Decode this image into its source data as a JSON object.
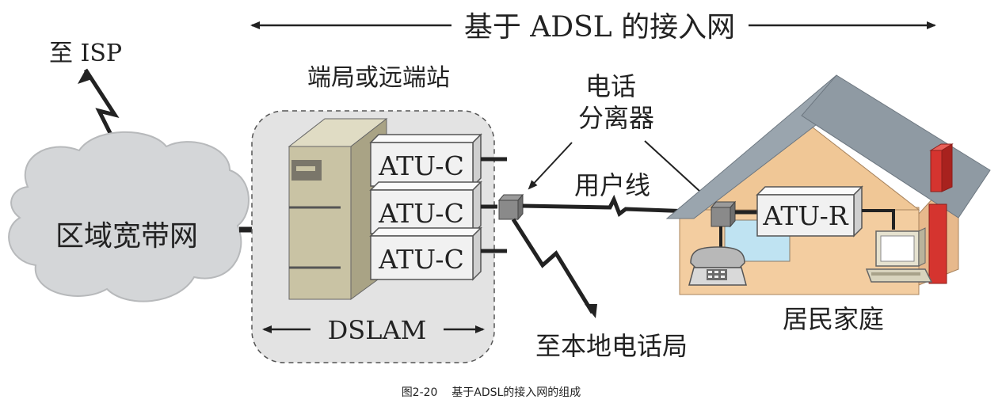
{
  "diagram": {
    "title": "基于 ADSL 的接入网",
    "to_isp": "至 ISP",
    "regional_network": "区域宽带网",
    "central_office_label": "端局或远端站",
    "dslam_label": "DSLAM",
    "atu_c": [
      "ATU-C",
      "ATU-C",
      "ATU-C"
    ],
    "splitter_label_line1": "电话",
    "splitter_label_line2": "分离器",
    "subscriber_line": "用户线",
    "atu_r": "ATU-R",
    "to_local_exchange": "至本地电话局",
    "home_label": "居民家庭",
    "caption": "图2-20    基于ADSL的接入网的组成"
  },
  "colors": {
    "cloud": "#d4d6d8",
    "dslam_bg": "#e3e3e3",
    "cabinet": "#c9c3a4",
    "atu_box": "#f1f1f1",
    "roof": "#8f9aa3",
    "wall": "#f3cda0",
    "chimney": "#d5342f",
    "window": "#bfe3f2",
    "line": "#222222"
  }
}
